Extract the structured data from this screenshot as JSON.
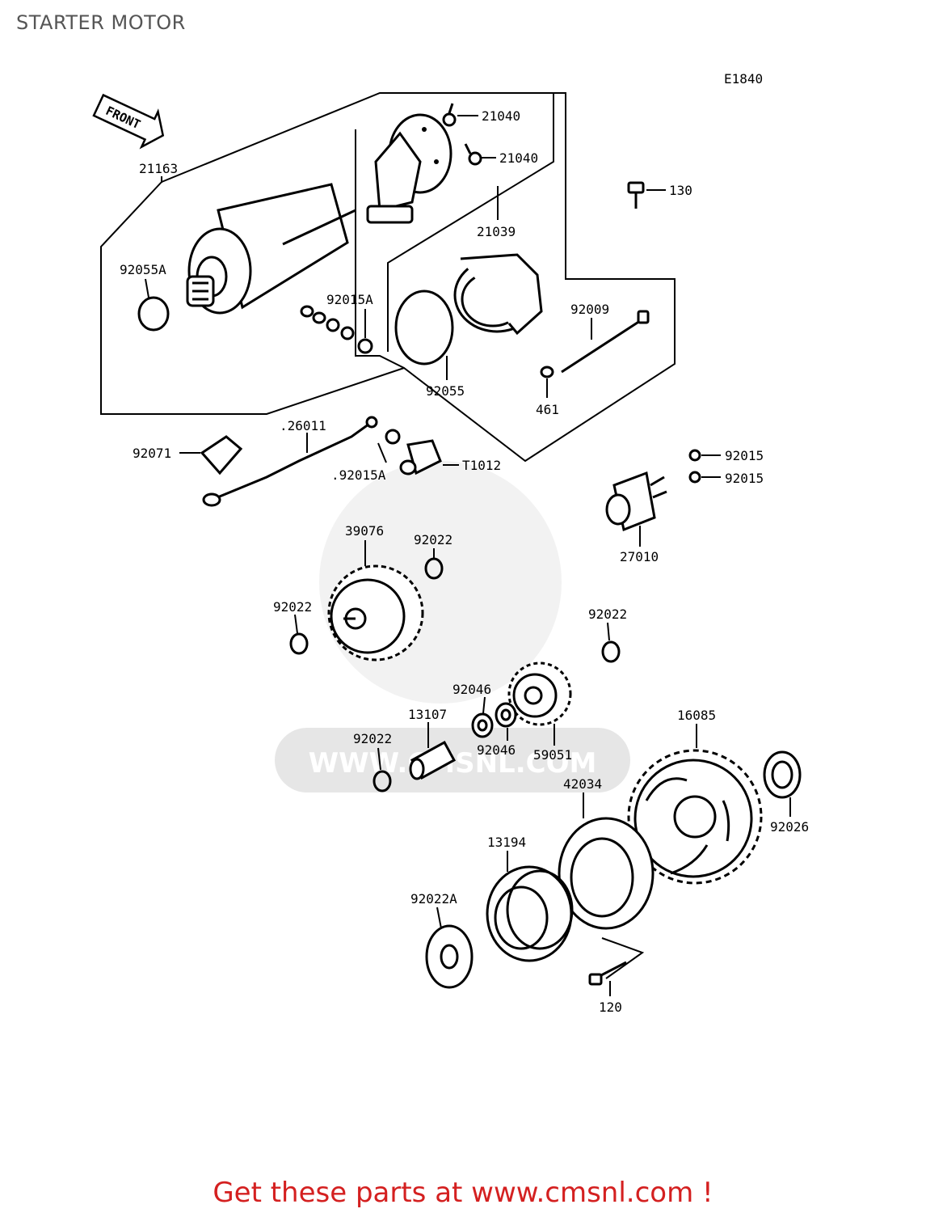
{
  "page": {
    "title": "STARTER MOTOR",
    "figure_code": "E1840",
    "front_marker": "FRONT",
    "footer": "Get these parts at www.cmsnl.com !",
    "watermark": "WWW.CMSNL.COM"
  },
  "colors": {
    "title": "#555555",
    "footer": "#d42020",
    "watermark": "#e6e6e6",
    "line": "#000000"
  },
  "parts": [
    {
      "id": "p21163",
      "label": "21163"
    },
    {
      "id": "p21040a",
      "label": "21040"
    },
    {
      "id": "p21040b",
      "label": "21040"
    },
    {
      "id": "p21039",
      "label": "21039"
    },
    {
      "id": "p130",
      "label": "130"
    },
    {
      "id": "p92055A",
      "label": "92055A"
    },
    {
      "id": "p92015A_top",
      "label": "92015A"
    },
    {
      "id": "p92009",
      "label": "92009"
    },
    {
      "id": "p92055",
      "label": "92055"
    },
    {
      "id": "p461",
      "label": "461"
    },
    {
      "id": "p26011",
      "label": ".26011"
    },
    {
      "id": "p92071",
      "label": "92071"
    },
    {
      "id": "p92015A_bot",
      "label": ".92015A"
    },
    {
      "id": "p11012",
      "label": "T1012"
    },
    {
      "id": "p92015a",
      "label": "92015"
    },
    {
      "id": "p92015b",
      "label": "92015"
    },
    {
      "id": "p27010",
      "label": "27010"
    },
    {
      "id": "p39076",
      "label": "39076"
    },
    {
      "id": "p92022a",
      "label": "92022"
    },
    {
      "id": "p92022b",
      "label": "92022"
    },
    {
      "id": "p92022c",
      "label": "92022"
    },
    {
      "id": "p92046a",
      "label": "92046"
    },
    {
      "id": "p92046b",
      "label": "92046"
    },
    {
      "id": "p13107",
      "label": "13107"
    },
    {
      "id": "p59051",
      "label": "59051"
    },
    {
      "id": "p16085",
      "label": "16085"
    },
    {
      "id": "p92022d",
      "label": "92022"
    },
    {
      "id": "p42034",
      "label": "42034"
    },
    {
      "id": "p92026",
      "label": "92026"
    },
    {
      "id": "p13194",
      "label": "13194"
    },
    {
      "id": "p92022A",
      "label": "92022A"
    },
    {
      "id": "p120",
      "label": "120"
    }
  ]
}
